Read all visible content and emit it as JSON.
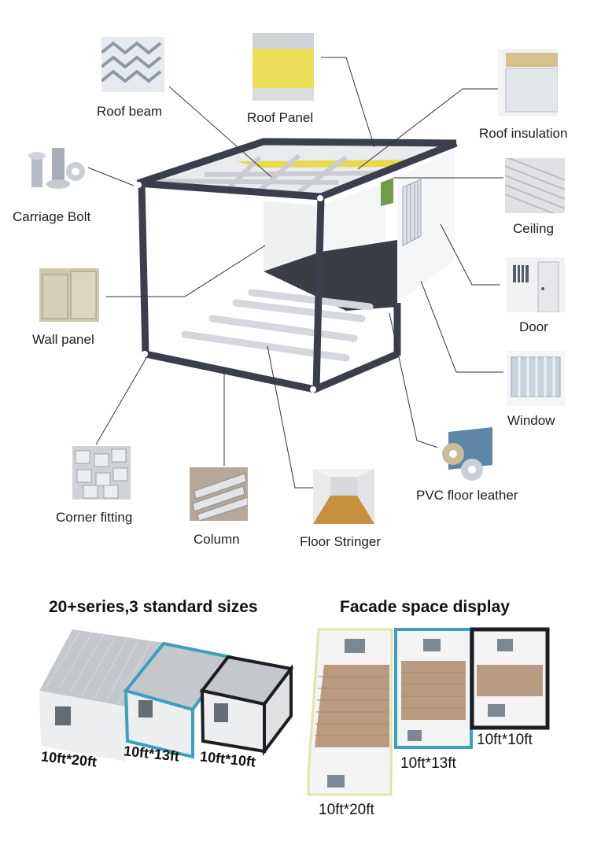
{
  "components": {
    "roof_beam": "Roof beam",
    "roof_panel": "Roof Panel",
    "roof_insulation": "Roof insulation",
    "carriage_bolt": "Carriage Bolt",
    "ceiling": "Ceiling",
    "wall_panel": "Wall panel",
    "door": "Door",
    "window": "Window",
    "pvc_floor_leather": "PVC floor leather",
    "corner_fitting": "Corner fitting",
    "column": "Column",
    "floor_stringer": "Floor Stringer"
  },
  "sizes_section": {
    "title": "20+series,3 standard sizes",
    "sizes": [
      "10ft*20ft",
      "10ft*13ft",
      "10ft*10ft"
    ]
  },
  "facade_section": {
    "title": "Facade space display",
    "sizes": [
      "10ft*10ft",
      "10ft*13ft",
      "10ft*20ft"
    ]
  },
  "colors": {
    "frame": "#3a3f4b",
    "insulation": "#e8d84a",
    "blue_frame": "#3c9fc0",
    "black_frame": "#1e1e22",
    "floor_wood": "#b89a80"
  }
}
